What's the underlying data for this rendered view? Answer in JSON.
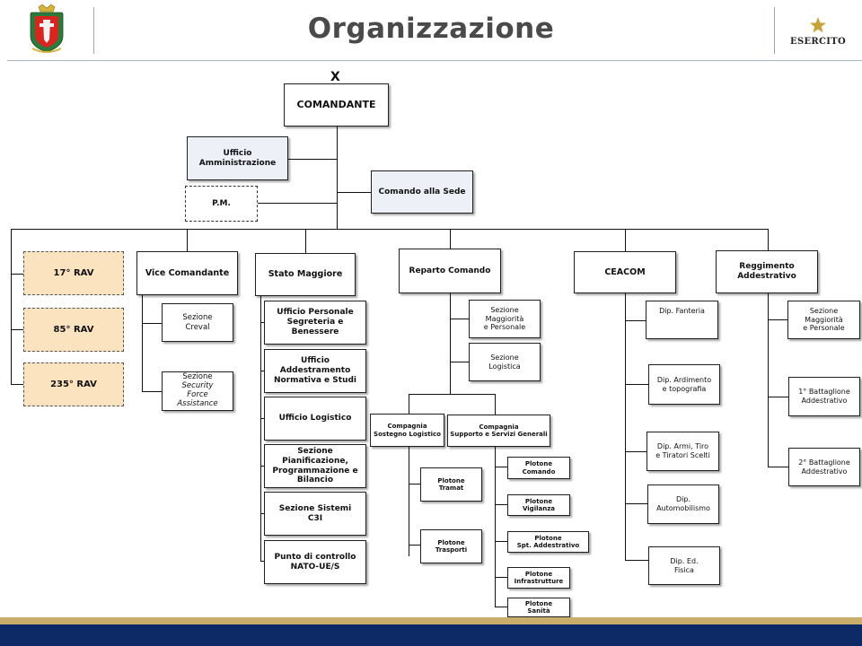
{
  "header": {
    "title": "Organizzazione",
    "brand_text": "ESERCITO"
  },
  "symbol": "X",
  "nodes": {
    "comandante": "COMANDANTE",
    "ufficio_amm": "Ufficio\nAmministrazione",
    "pm": "P.M.",
    "comando_sede": "Comando alla Sede",
    "rav17": "17° RAV",
    "rav85": "85° RAV",
    "rav235": "235° RAV",
    "vice_comandante": "Vice Comandante",
    "sez_creval": "Sezione\nCreval",
    "sez_security_1": "Sezione",
    "sez_security_2": "Security\nForce\nAssistance",
    "stato_maggiore": "Stato Maggiore",
    "uff_personale": "Ufficio Personale\nSegreteria e\nBenessere",
    "uff_addestramento": "Ufficio\nAddestramento\nNormativa e Studi",
    "uff_logistico": "Ufficio Logistico",
    "sez_pianificazione": "Sezione\nPianificazione,\nProgrammazione e\nBilancio",
    "sez_sistemi": "Sezione Sistemi\nC3I",
    "punto_controllo": "Punto di controllo\nNATO-UE/S",
    "reparto_comando": "Reparto Comando",
    "rc_sez_maggiorita": "Sezione\nMaggiorità\ne Personale",
    "rc_sez_logistica": "Sezione\nLogistica",
    "cp_sostegno": "Compagnia\nSostegno Logistico",
    "cp_supporto": "Compagnia\nSupporto e Servizi Generali",
    "pl_tramat": "Plotone\nTramat",
    "pl_trasporti": "Plotone\nTrasporti",
    "pl_comando": "Plotone\nComando",
    "pl_vigilanza": "Plotone\nVigilanza",
    "pl_spt_add": "Plotone\nSpt. Addestrativo",
    "pl_infrastrutture": "Plotone\nInfrastrutture",
    "pl_sanita": "Plotone\nSanità",
    "ceacom": "CEACOM",
    "dip_fanteria": "Dip. Fanteria",
    "dip_ardimento": "Dip. Ardimento\ne topografia",
    "dip_armi": "Dip. Armi, Tiro\ne Tiratori Scelti",
    "dip_automobilismo": "Dip.\nAutomobilismo",
    "dip_ed_fisica": "Dip. Ed.\nFisica",
    "reggimento": "Reggimento\nAddestrativo",
    "rg_sez_maggiorita": "Sezione\nMaggiorità\ne Personale",
    "btg1": "1° Battaglione\nAddestrativo",
    "btg2": "2° Battaglione\nAddestrativo"
  },
  "colors": {
    "title": "#4a4a4a",
    "box_fill_blue": "#eef0f8",
    "box_fill_tan": "#fbe3bf",
    "footer_navy": "#0d2a66",
    "footer_gold": "#c9ad6a",
    "star_gold": "#c8a23a"
  },
  "icons": [
    "crest-emblem-icon",
    "star-icon"
  ]
}
